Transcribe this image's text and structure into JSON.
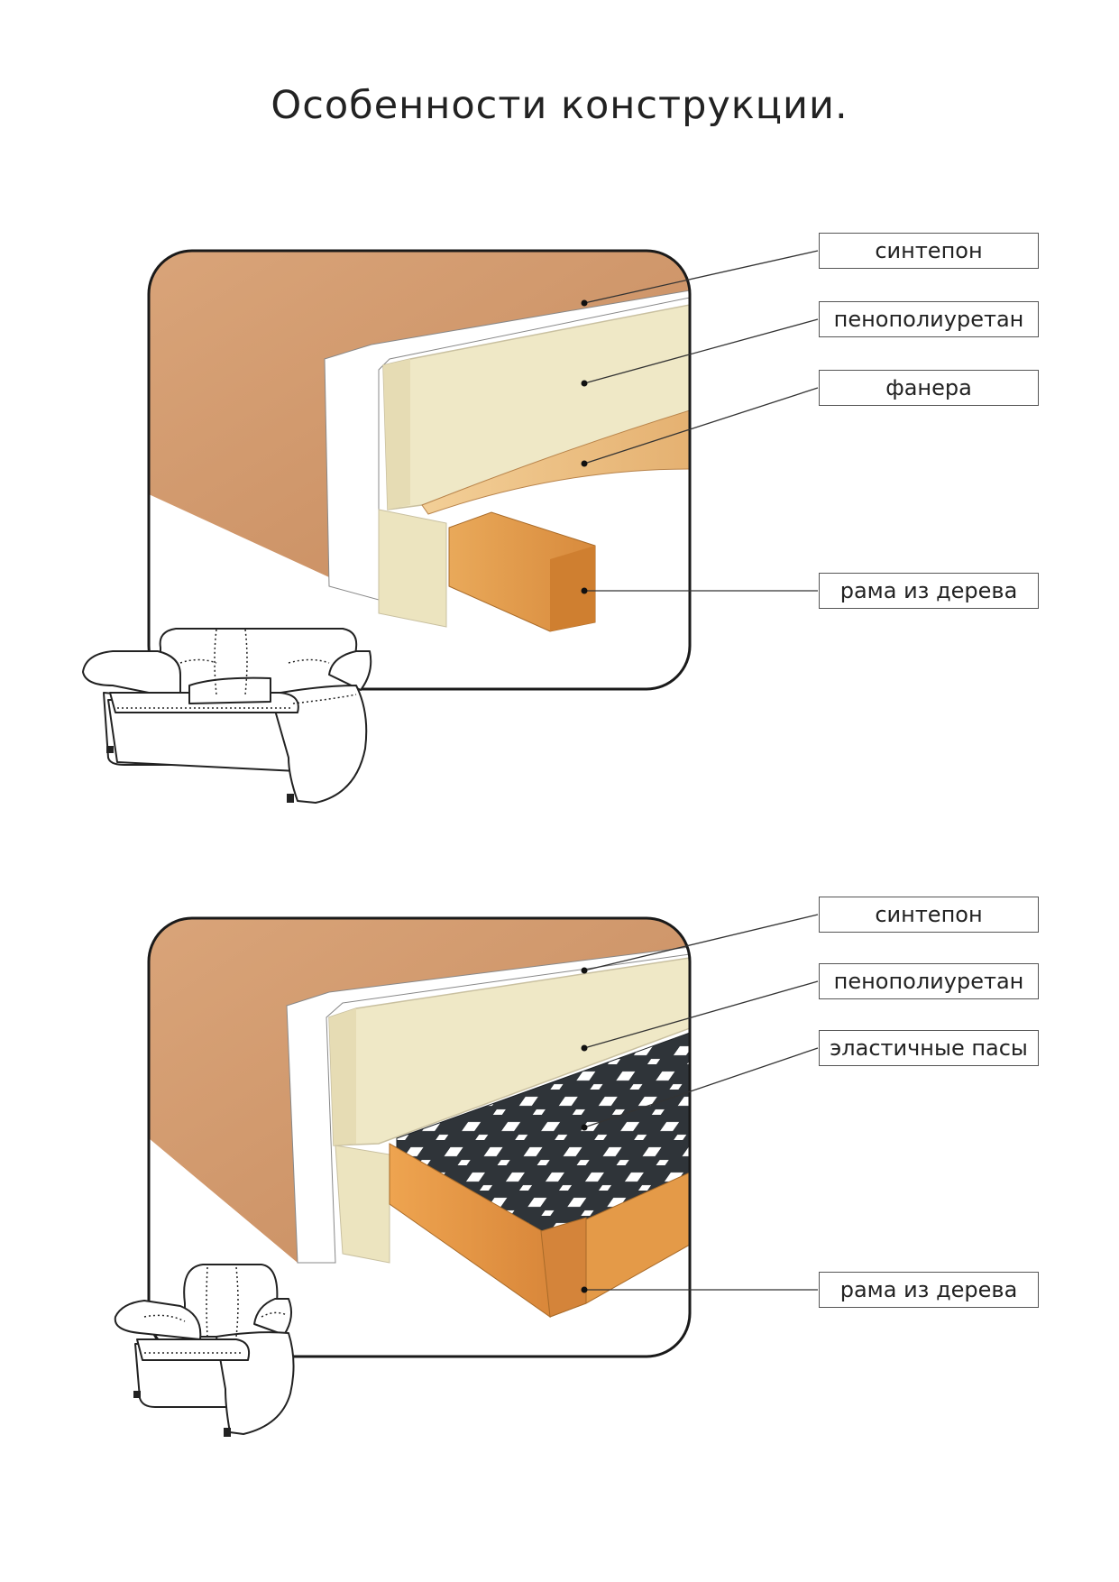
{
  "page_title": "Особенности конструкции.",
  "diagrams": [
    {
      "labels": [
        "синтепон",
        "пенополиуретан",
        "фанера",
        "рама из дерева"
      ]
    },
    {
      "labels": [
        "синтепон",
        "пенополиуретан",
        "эластичные пасы",
        "рама из дерева"
      ]
    }
  ],
  "colors": {
    "upholstery": "#d29a6c",
    "foam": "#efe8c6",
    "wood": "#e6a050",
    "webbing": "#2e3338",
    "outline": "#1a1a1a"
  }
}
